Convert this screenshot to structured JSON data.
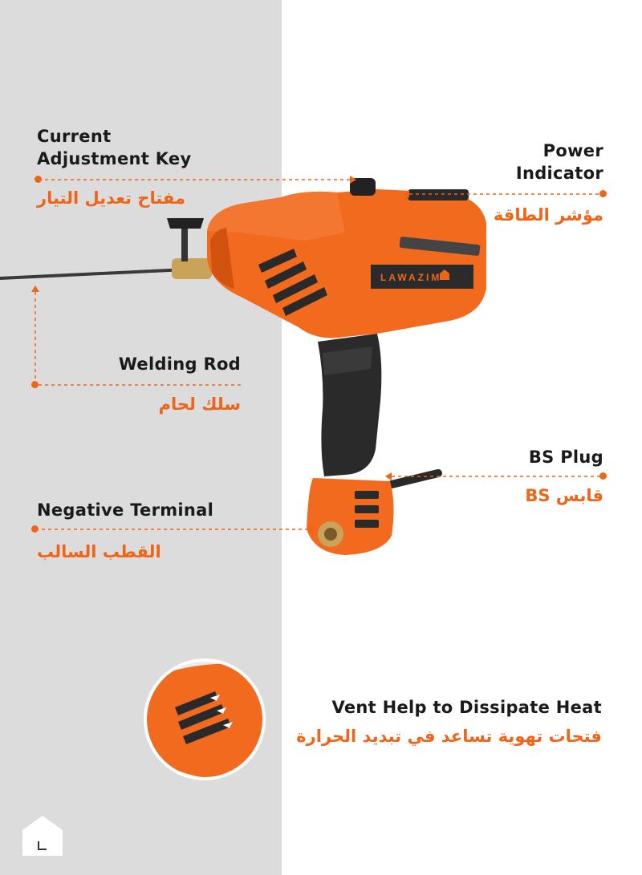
{
  "callouts": {
    "current_adjustment": {
      "en_line1": "Current",
      "en_line2": "Adjustment  Key",
      "ar": "مفتاح تعديل التيار"
    },
    "power_indicator": {
      "en_line1": "Power",
      "en_line2": "Indicator",
      "ar": "مؤشر الطاقة"
    },
    "welding_rod": {
      "en": "Welding Rod",
      "ar": "سلك لحام"
    },
    "bs_plug": {
      "en": "BS Plug",
      "ar": "قابس BS"
    },
    "negative_terminal": {
      "en": "Negative Terminal",
      "ar": "القطب السالب"
    },
    "vent": {
      "en": "Vent Help to Dissipate Heat",
      "ar": "فتحات تهوية تساعد في تبديد الحرارة"
    }
  },
  "product": {
    "brand_text": "LAWAZIM"
  },
  "colors": {
    "accent": "#f06418",
    "body_orange": "#f26a1e",
    "grip_black": "#2a2a2a",
    "panel_gray": "#dcdcdc"
  }
}
